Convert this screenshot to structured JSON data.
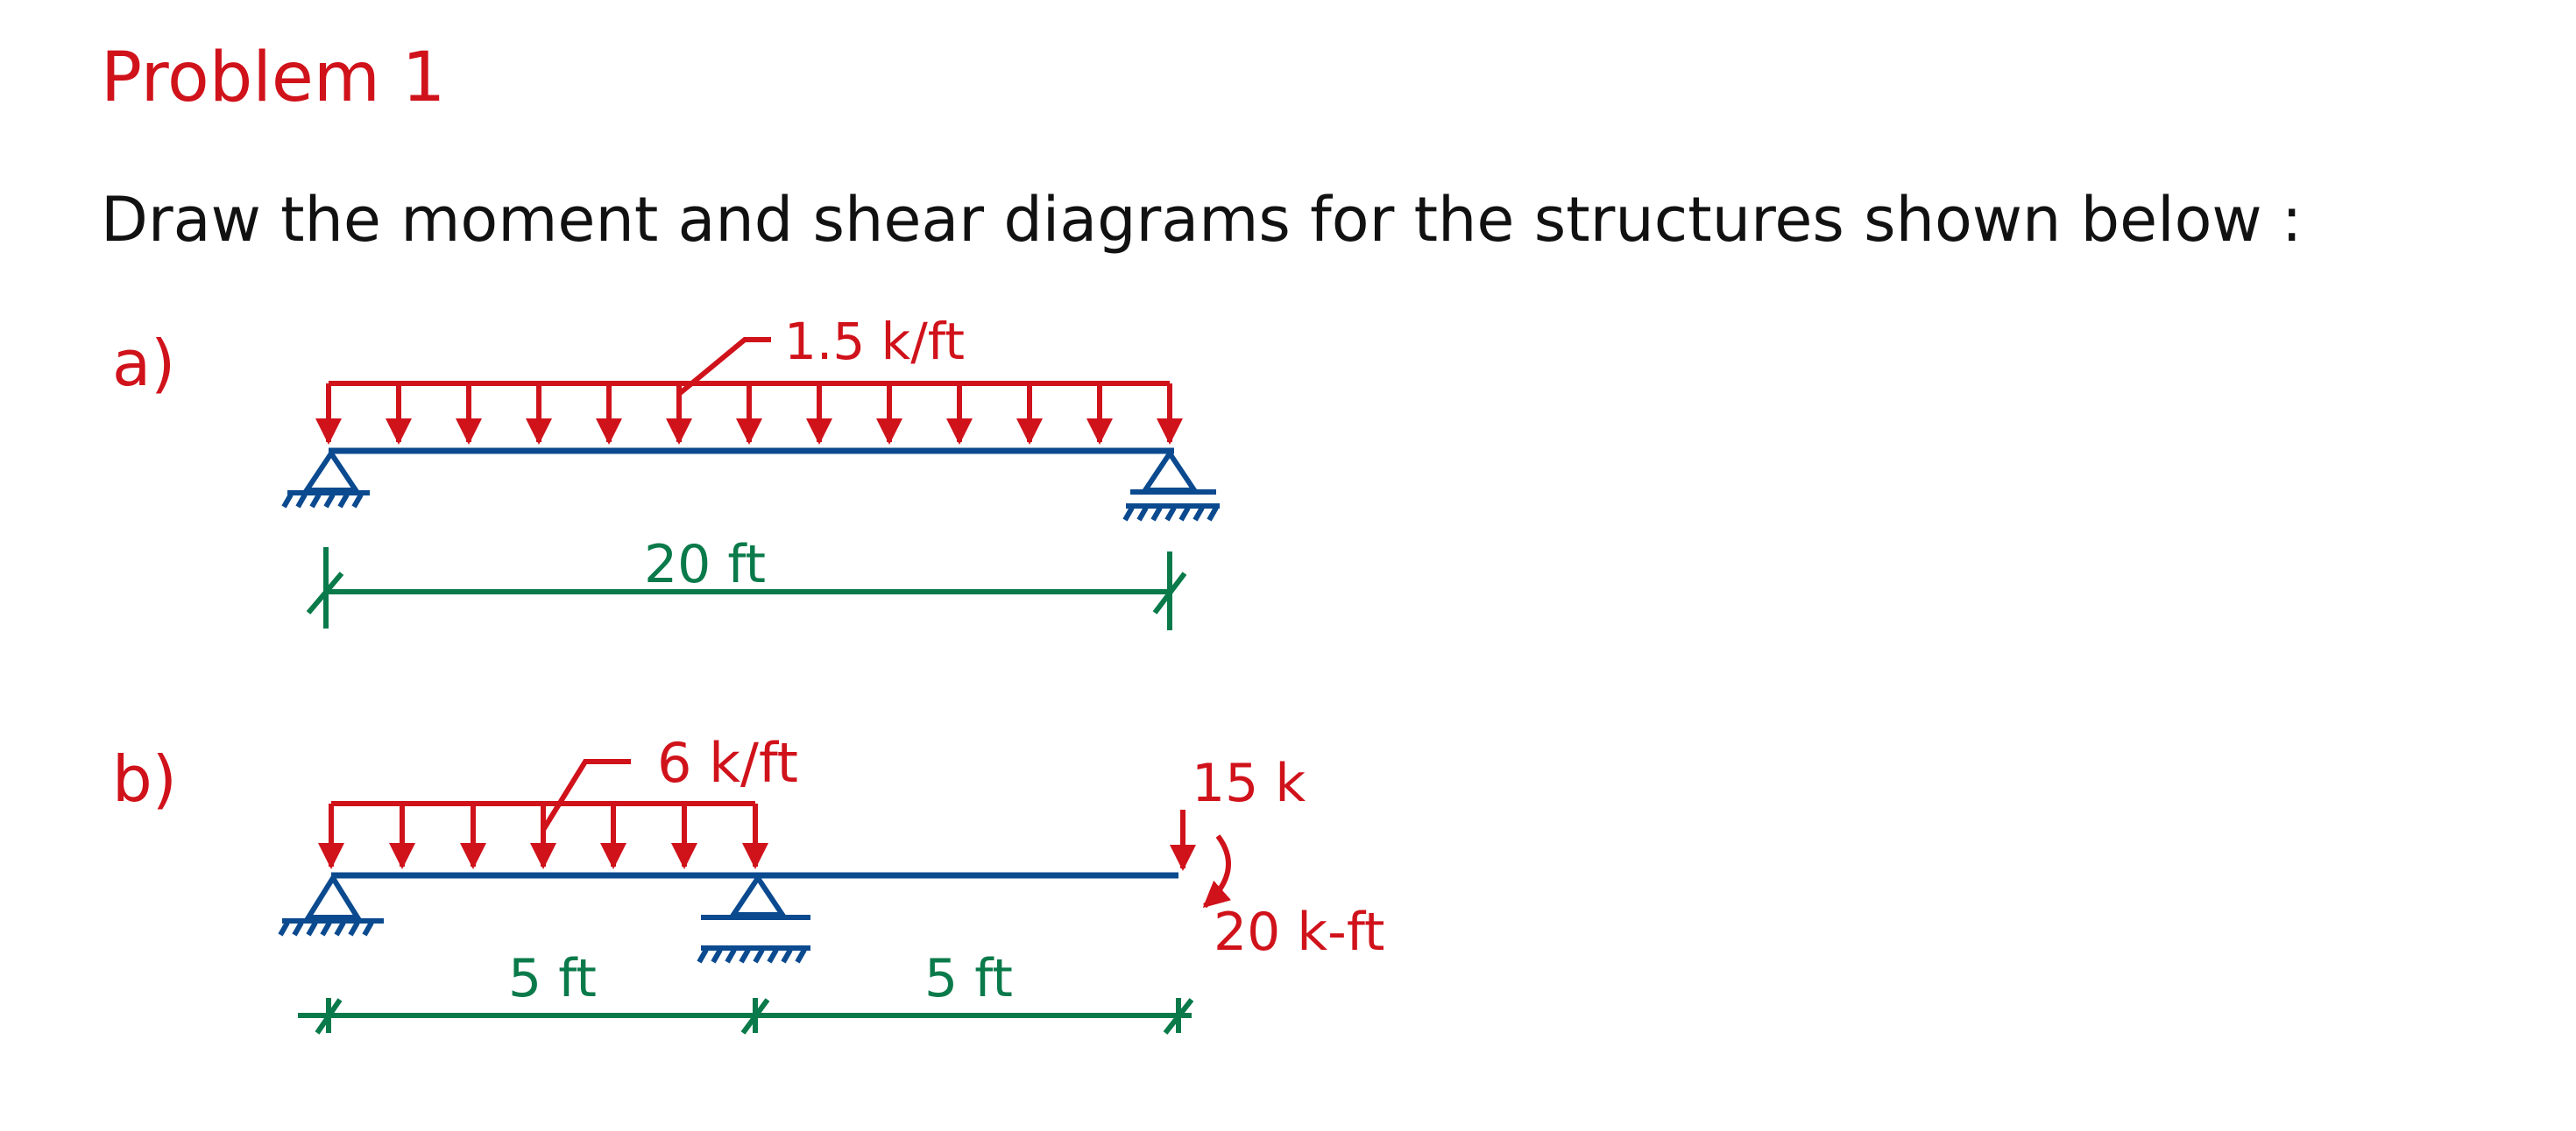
{
  "problem_title": "Problem 1",
  "instruction": "Draw the moment and shear diagrams for the structures shown below :",
  "part_a": {
    "label": "a)",
    "load_label": "1.5 k/ft",
    "span_label": "20 ft"
  },
  "part_b": {
    "label": "b)",
    "load_label": "6 k/ft",
    "point_load_label": "15 k",
    "moment_label": "20 k-ft",
    "span_left_label": "5 ft",
    "span_right_label": "5 ft"
  },
  "colors": {
    "load": "#d0121b",
    "beam": "#0b4a8f",
    "dimension": "#0a7a4a",
    "text": "#111111"
  }
}
